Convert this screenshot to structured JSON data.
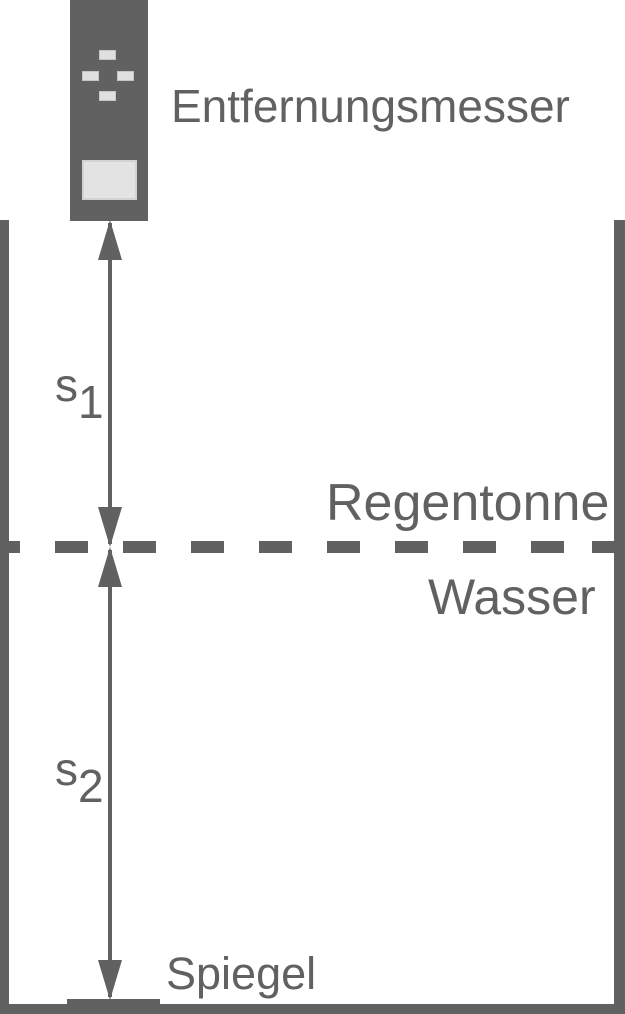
{
  "diagram": {
    "device_label": "Entfernungsmesser",
    "barrel_label": "Regentonne",
    "water_label": "Wasser",
    "mirror_label": "Spiegel",
    "s1": {
      "base": "s",
      "sub": "1"
    },
    "s2": {
      "base": "s",
      "sub": "2"
    },
    "colors": {
      "primary": "#616161",
      "light_gray": "#e3e3e3",
      "background": "#ffffff"
    }
  }
}
